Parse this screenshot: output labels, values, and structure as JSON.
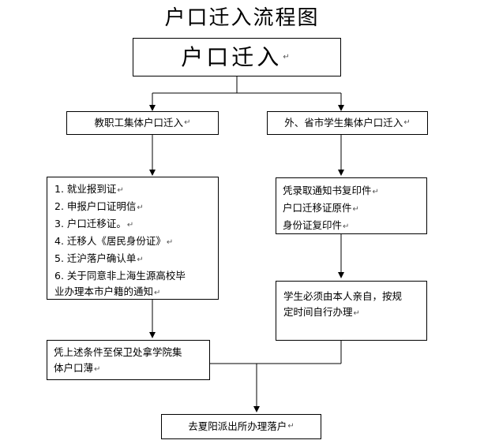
{
  "title": "户口迁入流程图",
  "return_mark": "↵",
  "nodes": {
    "main": "户口迁入",
    "staff": "教职工集体户口迁入",
    "students": "外、省市学生集体户口迁入",
    "staff_docs": [
      "1.  就业报到证",
      "2.  申报户口证明信",
      "3.  户口迁移证。",
      "4.  迁移人《居民身份证》",
      "5.  迁沪落户确认单",
      "6.  关于同意非上海生源高校毕",
      "业办理本市户籍的通知"
    ],
    "student_docs": [
      "凭录取通知书复印件",
      "户口迁移证原件",
      "身份证复印件"
    ],
    "student_self": [
      "学生必须由本人亲自，按规",
      "定时间自行办理"
    ],
    "collect": [
      "凭上述条件至保卫处拿学院集",
      "体户口薄"
    ],
    "final": "去夏阳派出所办理落户"
  }
}
